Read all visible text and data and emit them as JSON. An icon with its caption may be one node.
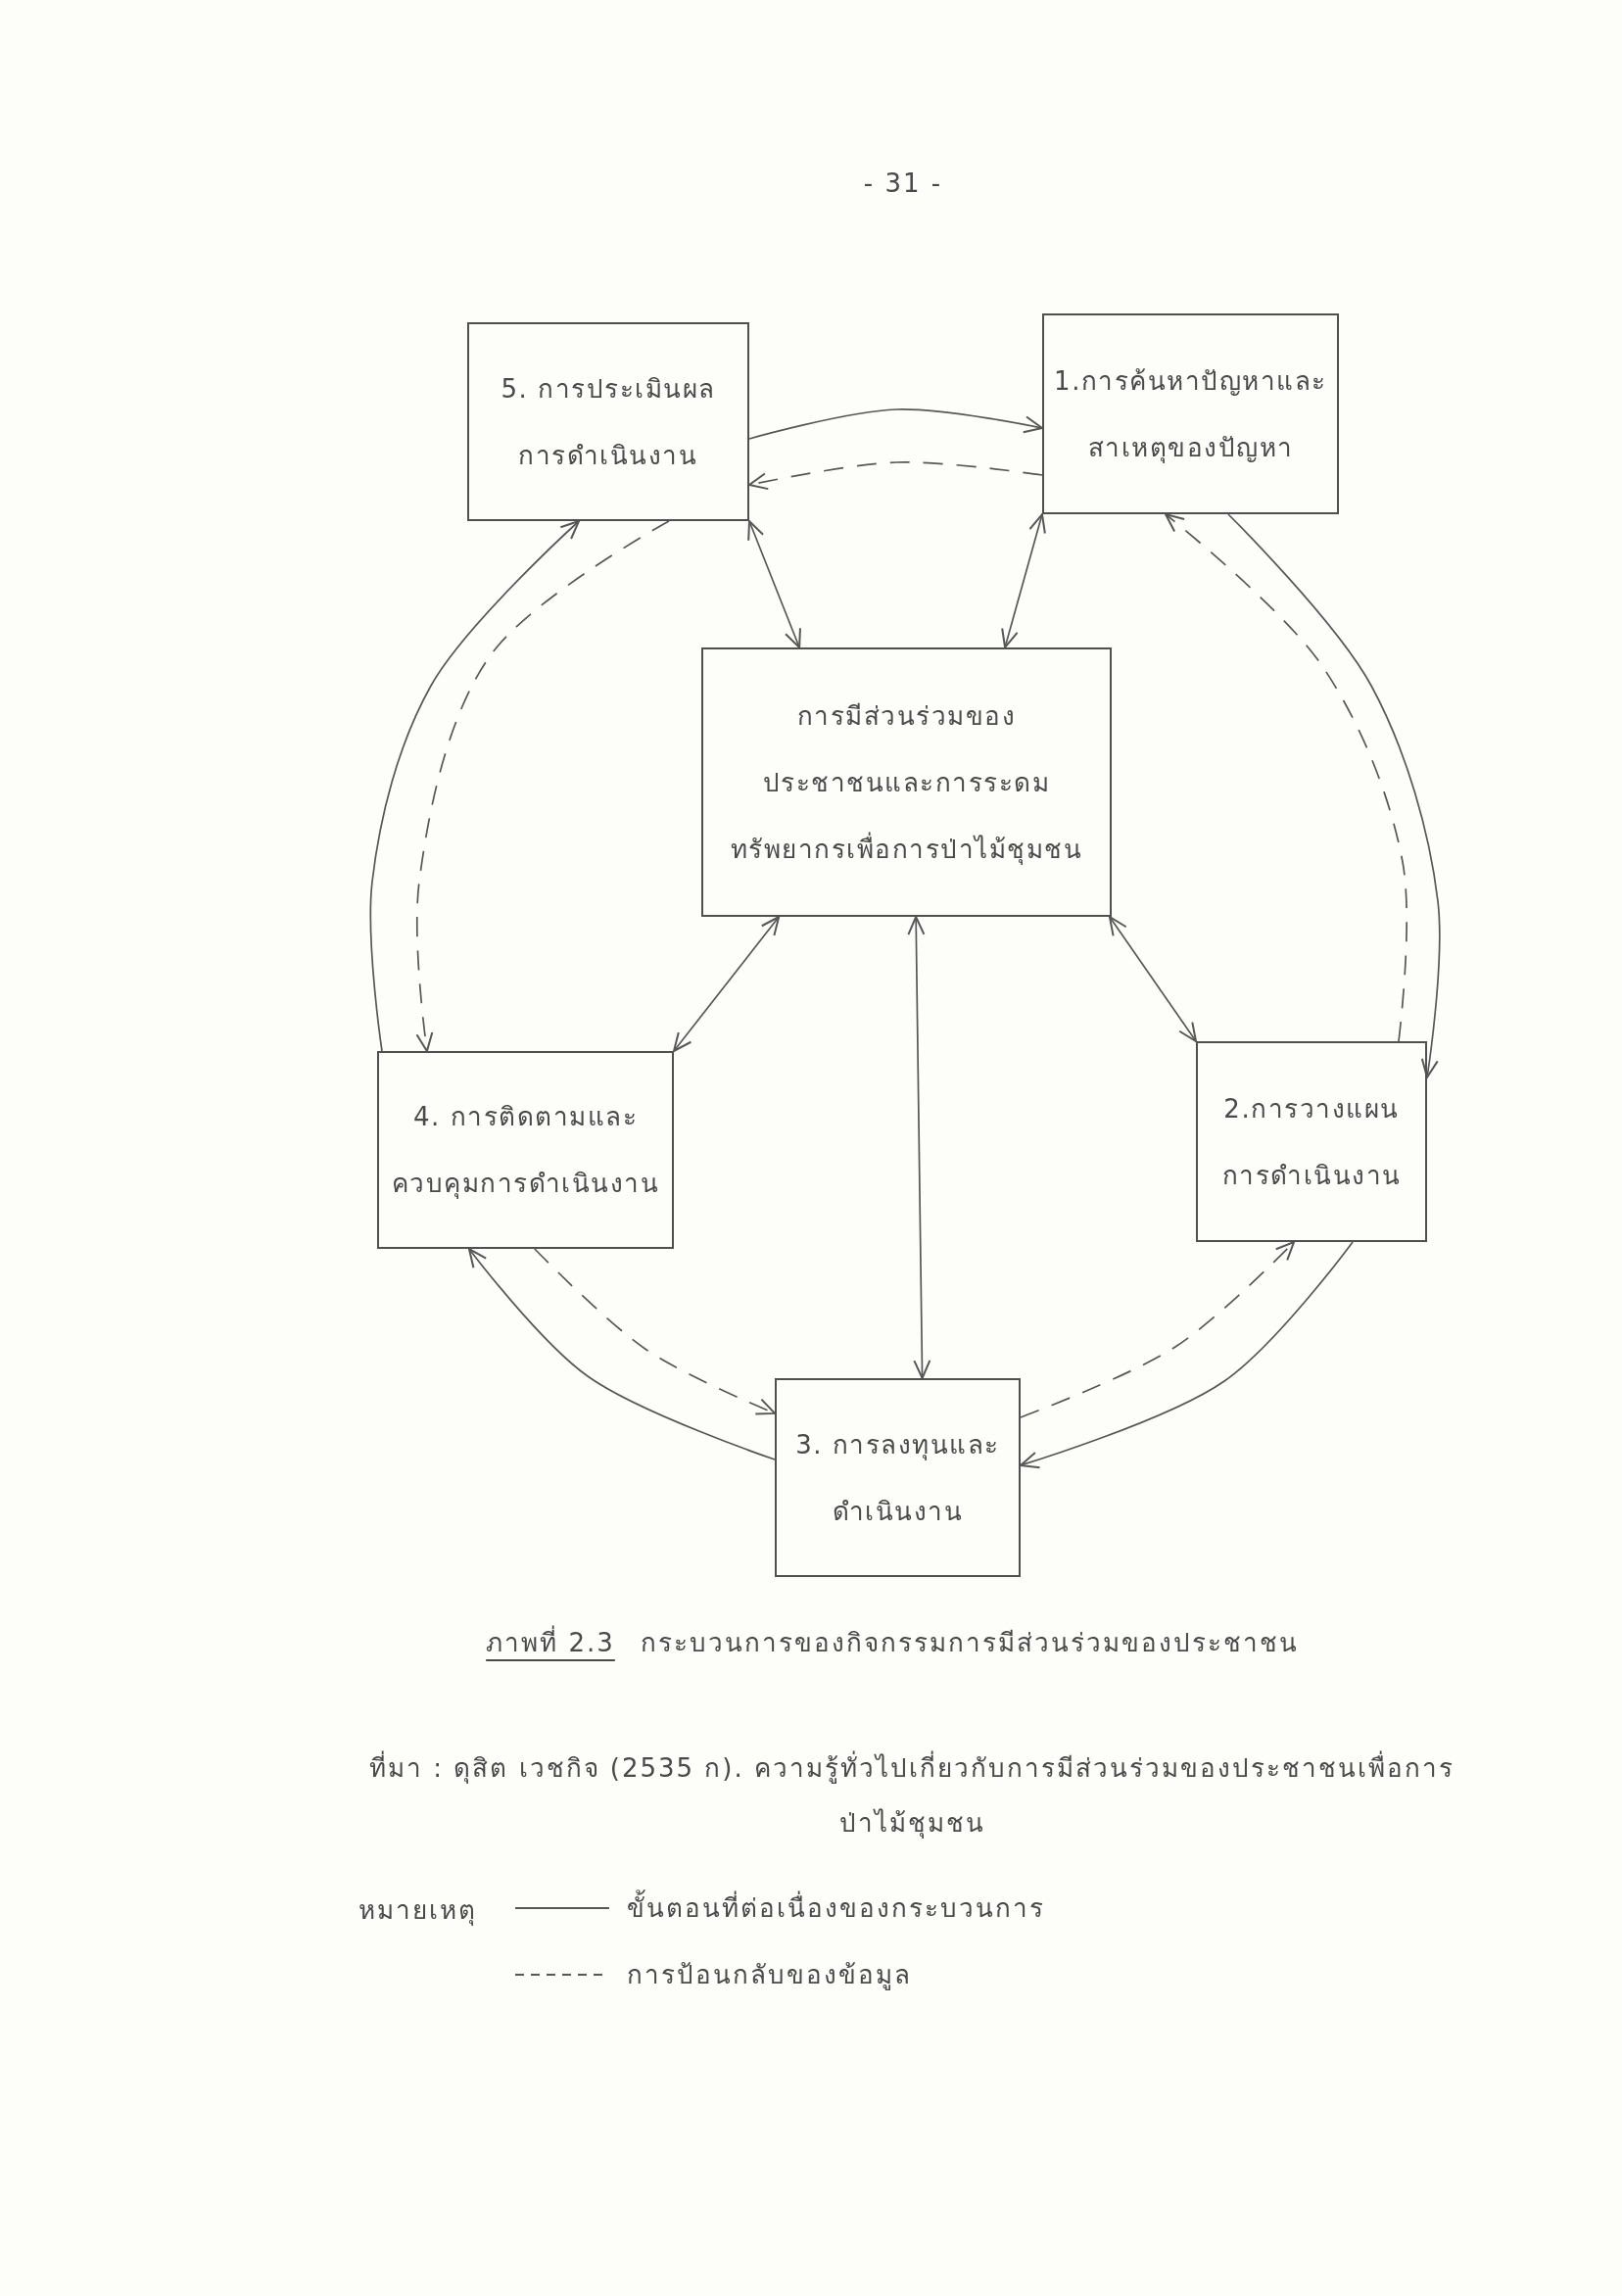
{
  "diagram": {
    "caption": "ภาพที่ 2.3 กระบวนการของกิจกรรมการมีส่วนร่วมของประชาชน",
    "nodes": [
      {
        "text": [
          "5. การประเมินผลการดำเนินงาน"
        ]
      },
      {
        "text": [
          "1.การค้นหาปัญหาและสาเหตุของปัญหา"
        ]
      },
      {
        "text": [
          "การมีส่วนร่วมของประชาชนและการระดมทรัพยากรเพื่อการป่าไม้ชุมชน"
        ]
      },
      {
        "text": [
          "4. การติดตามและควบคุมการดำเนินงาน"
        ]
      },
      {
        "text": [
          "2.การวางแผนการดำเนินงาน"
        ]
      },
      {
        "text": [
          "3. การลงทุนและดำเนินงาน"
        ]
      }
    ],
    "edges": [
      {
        "from": 0,
        "to": 1,
        "arrow": "to"
      },
      {
        "from": 1,
        "to": 0,
        "arrow": "to",
        "style": "dashed"
      },
      {
        "from": 1,
        "to": 4,
        "arrow": "to"
      },
      {
        "from": 4,
        "to": 1,
        "arrow": "to",
        "style": "dashed"
      },
      {
        "from": 4,
        "to": 5,
        "arrow": "to"
      },
      {
        "from": 5,
        "to": 4,
        "arrow": "to",
        "style": "dashed"
      },
      {
        "from": 5,
        "to": 3,
        "arrow": "to"
      },
      {
        "from": 3,
        "to": 5,
        "arrow": "to",
        "style": "dashed"
      },
      {
        "from": 3,
        "to": 0,
        "arrow": "to"
      },
      {
        "from": 0,
        "to": 3,
        "arrow": "to",
        "style": "dashed"
      },
      {
        "from": 0,
        "to": 2,
        "arrow": "both"
      },
      {
        "from": 1,
        "to": 2,
        "arrow": "both"
      },
      {
        "from": 2,
        "to": 3,
        "arrow": "both"
      },
      {
        "from": 2,
        "to": 4,
        "arrow": "both"
      },
      {
        "from": 2,
        "to": 5,
        "arrow": "both"
      }
    ],
    "labels": [
      "- 31 -",
      "ที่มา : ดุสิต เวชกิจ (2535 ก). ความรู้ทั่วไปเกี่ยวกับการมีส่วนร่วมของประชาชนเพื่อการป่าไม้ชุมชน",
      "หมายเหตุ"
    ],
    "legend": [
      {
        "text": "ขั้นตอนที่ต่อเนื่องของกระบวนการ"
      },
      {
        "text": "การป้อนกลับของข้อมูล"
      }
    ]
  }
}
